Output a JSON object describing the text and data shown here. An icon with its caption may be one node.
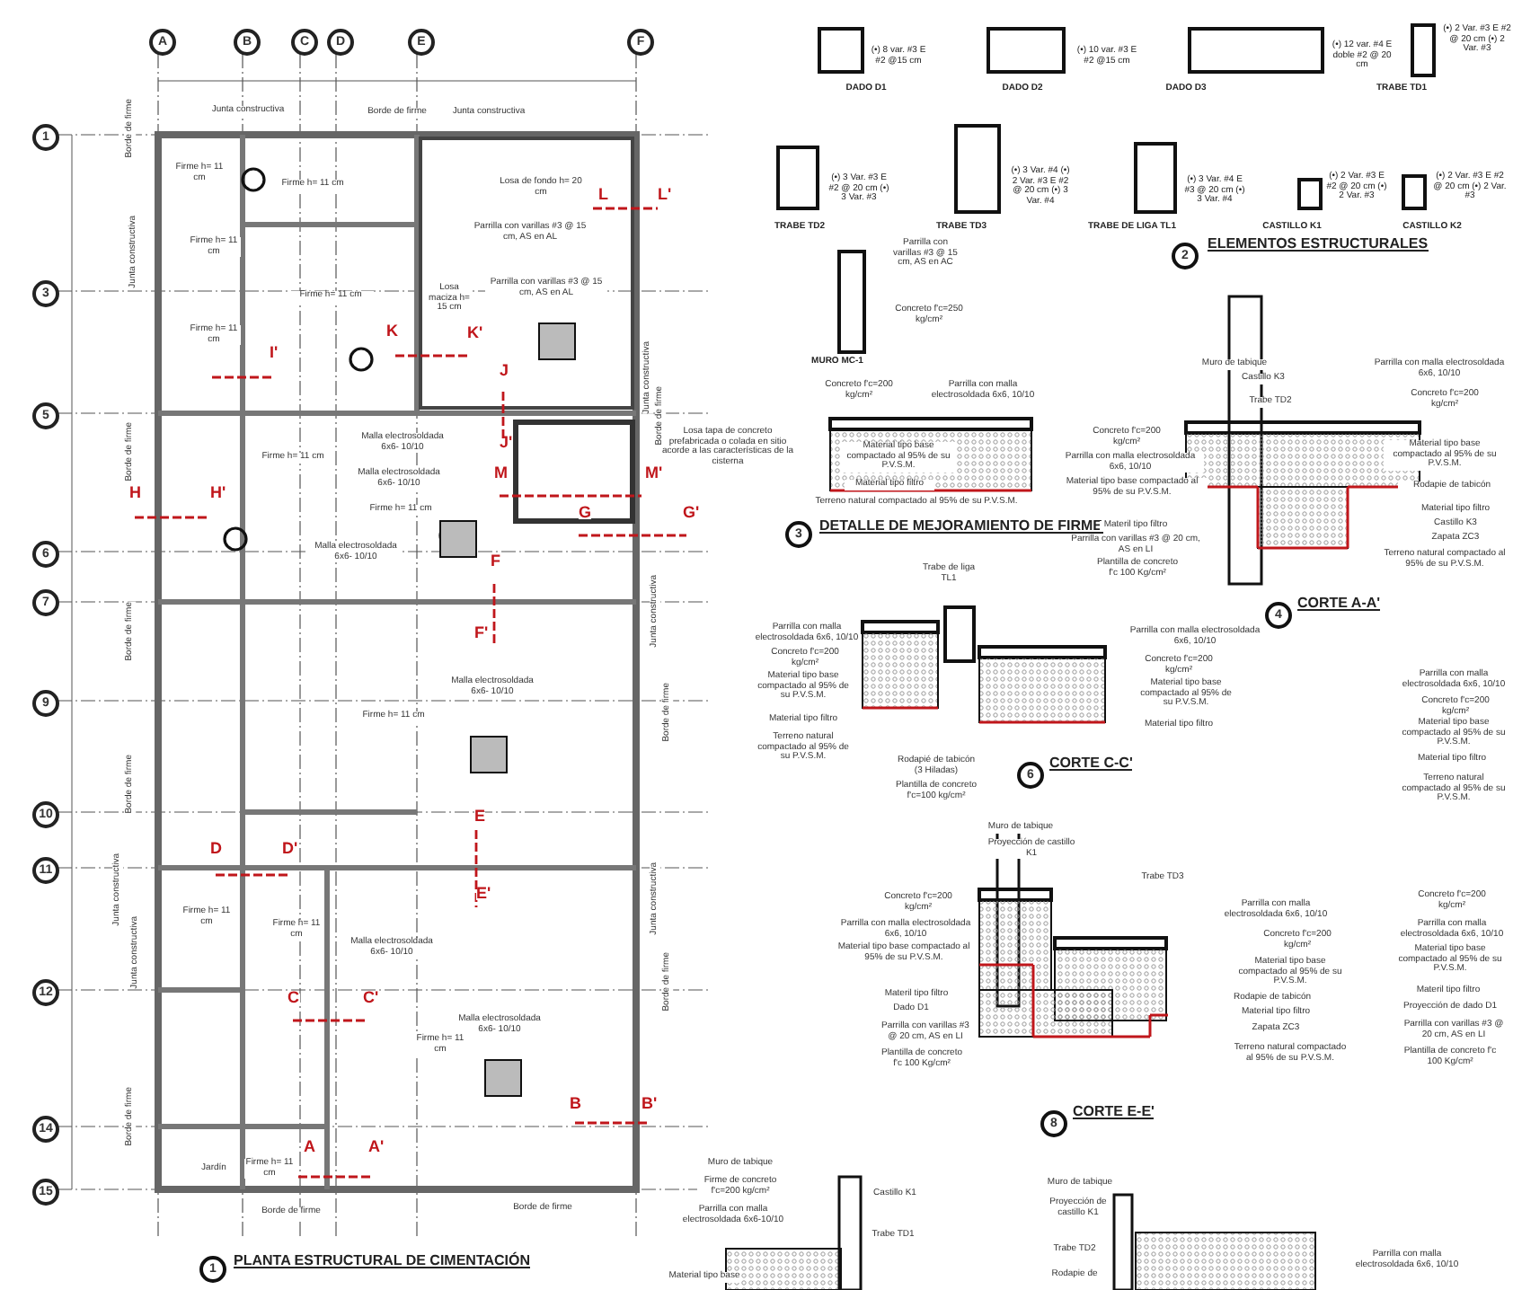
{
  "diagram": {
    "labels": [
      "A",
      "B",
      "C",
      "D",
      "E",
      "F",
      "1",
      "3",
      "5",
      "6",
      "7",
      "9",
      "10",
      "11",
      "12",
      "14",
      "15",
      "Junta constructiva",
      "Borde de firme",
      "Junta constructiva",
      "Firme h= 11 cm",
      "Firme h= 11 cm",
      "Losa de fondo h= 20 cm",
      "Parrilla con varillas #3 @ 15 cm, AS en AL",
      "Firme h= 11 cm",
      "Parrilla con varillas #3 @ 15 cm, AS en AL",
      "Firme h= 11 cm",
      "Losa maciza h= 15 cm",
      "Firme h= 11 cm",
      "Malla electrosoldada 6x6- 10/10",
      "Firme h= 11 cm",
      "Malla electrosoldada 6x6- 10/10",
      "Losa tapa de concreto prefabricada o colada en sitio acorde a las características de la cisterna",
      "Firme h= 11 cm",
      "Malla electrosoldada 6x6- 10/10",
      "Malla electrosoldada 6x6- 10/10",
      "Firme h= 11 cm",
      "Firme h= 11 cm",
      "Firme h= 11 cm",
      "Malla electrosoldada 6x6- 10/10",
      "Malla electrosoldada 6x6- 10/10",
      "Firme h= 11 cm",
      "Jardín",
      "Firme h= 11 cm",
      "Borde de firme",
      "Borde de firme",
      "Borde de firme",
      "Junta constructiva",
      "Borde de firme",
      "Borde de firme",
      "Borde de firme",
      "Junta constructiva",
      "Junta constructiva",
      "Borde de firme",
      "Junta constructiva",
      "Borde de firme",
      "Junta constructiva",
      "Borde de firme",
      "Junta constructiva",
      "Borde de firme",
      "L",
      "L'",
      "K",
      "K'",
      "J",
      "J'",
      "I'",
      "H",
      "H'",
      "M",
      "M'",
      "G",
      "G'",
      "F",
      "F'",
      "E",
      "E'",
      "D",
      "D'",
      "C",
      "C'",
      "B",
      "B'",
      "A",
      "A'",
      "1",
      "PLANTA ESTRUCTURAL DE CIMENTACIÓN",
      "(•) 8 var. #3 E #2 @15 cm",
      "DADO D1",
      "(•) 10 var. #3 E #2 @15 cm",
      "DADO D2",
      "(•) 12 var. #4 E doble #2 @ 20 cm",
      "DADO D3",
      "(•) 2 Var. #3 E #2 @ 20 cm (•) 2 Var. #3",
      "TRABE TD1",
      "(•) 3 Var. #3 E #2 @ 20 cm (•) 3 Var. #3",
      "TRABE TD2",
      "(•) 3 Var. #4 (•) 2 Var. #3 E #2 @ 20 cm (•) 3 Var. #4",
      "TRABE TD3",
      "(•) 3 Var. #4 E #3 @ 20 cm (•) 3 Var. #4",
      "TRABE DE LIGA TL1",
      "(•) 2 Var. #3 E #2 @ 20 cm (•) 2 Var. #3",
      "CASTILLO K1",
      "(•) 2 Var. #3 E #2 @ 20 cm (•) 2 Var. #3",
      "CASTILLO K2",
      "2",
      "ELEMENTOS ESTRUCTURALES",
      "Parrilla con varillas #3 @ 15 cm, AS en AC",
      "Concreto f'c=250 kg/cm²",
      "MURO MC-1",
      "Concreto f'c=200 kg/cm²",
      "Parrilla con malla electrosoldada 6x6, 10/10",
      "Material tipo base compactado al 95% de su P.V.S.M.",
      "Material tipo filtro",
      "Terreno natural compactado al 95% de su P.V.S.M.",
      "3",
      "DETALLE DE MEJORAMIENTO DE FIRME",
      "Muro de tabique",
      "Castillo K3",
      "Parrilla con malla electrosoldada 6x6, 10/10",
      "Concreto f'c=200 kg/cm²",
      "Trabe TD2",
      "Concreto f'c=200 kg/cm²",
      "Parrilla con malla electrosoldada 6x6, 10/10",
      "Material tipo base compactado al 95% de su P.V.S.M.",
      "Materil tipo filtro",
      "Parrilla con varillas #3 @ 20 cm, AS en LI",
      "Plantilla de concreto f'c 100 Kg/cm²",
      "Material tipo base compactado al 95% de su P.V.S.M.",
      "Rodapie de tabicón",
      "Material tipo filtro",
      "Castillo K3",
      "Zapata ZC3",
      "Terreno natural compactado al 95% de su P.V.S.M.",
      "4",
      "CORTE A-A'",
      "Trabe de liga TL1",
      "Parrilla con malla electrosoldada 6x6, 10/10",
      "Concreto f'c=200 kg/cm²",
      "Material tipo base compactado al 95% de su P.V.S.M.",
      "Material tipo filtro",
      "Terreno natural compactado al 95% de su P.V.S.M.",
      "Rodapié de tabicón (3 Hiladas)",
      "Plantilla de concreto f'c=100 kg/cm²",
      "Parrilla con malla electrosoldada 6x6, 10/10",
      "Concreto f'c=200 kg/cm²",
      "Material tipo base compactado al 95% de su P.V.S.M.",
      "Material tipo filtro",
      "6",
      "CORTE C-C'",
      "Parrilla con malla electrosoldada 6x6, 10/10",
      "Concreto f'c=200 kg/cm²",
      "Material tipo base compactado al 95% de su P.V.S.M.",
      "Material tipo filtro",
      "Terreno natural compactado al 95% de su P.V.S.M.",
      "Muro de tabique",
      "Proyección de castillo K1",
      "Trabe TD3",
      "Concreto f'c=200 kg/cm²",
      "Parrilla con malla electrosoldada 6x6, 10/10",
      "Material tipo base compactado al 95% de su P.V.S.M.",
      "Materil tipo filtro",
      "Dado D1",
      "Parrilla con varillas #3 @ 20 cm, AS en LI",
      "Plantilla de concreto f'c 100 Kg/cm²",
      "Parrilla con malla electrosoldada 6x6, 10/10",
      "Concreto f'c=200 kg/cm²",
      "Material tipo base compactado al 95% de su P.V.S.M.",
      "Rodapie de tabicón",
      "Material tipo filtro",
      "Zapata ZC3",
      "Terreno natural compactado al 95% de su P.V.S.M.",
      "8",
      "CORTE E-E'",
      "Concreto f'c=200 kg/cm²",
      "Parrilla con malla electrosoldada 6x6, 10/10",
      "Material tipo base compactado al 95% de su P.V.S.M.",
      "Materil tipo filtro",
      "Proyección de dado D1",
      "Parrilla con varillas #3 @ 20 cm, AS en LI",
      "Plantilla de concreto f'c 100 Kg/cm²",
      "Muro de tabique",
      "Firme de concreto f'c=200 kg/cm²",
      "Parrilla con malla electrosoldada 6x6-10/10",
      "Castillo K1",
      "Trabe TD1",
      "Material tipo base",
      "Muro de tabique",
      "Proyección de castillo K1",
      "Trabe TD2",
      "Rodapie de",
      "Parrilla con malla electrosoldada 6x6, 10/10"
    ]
  }
}
